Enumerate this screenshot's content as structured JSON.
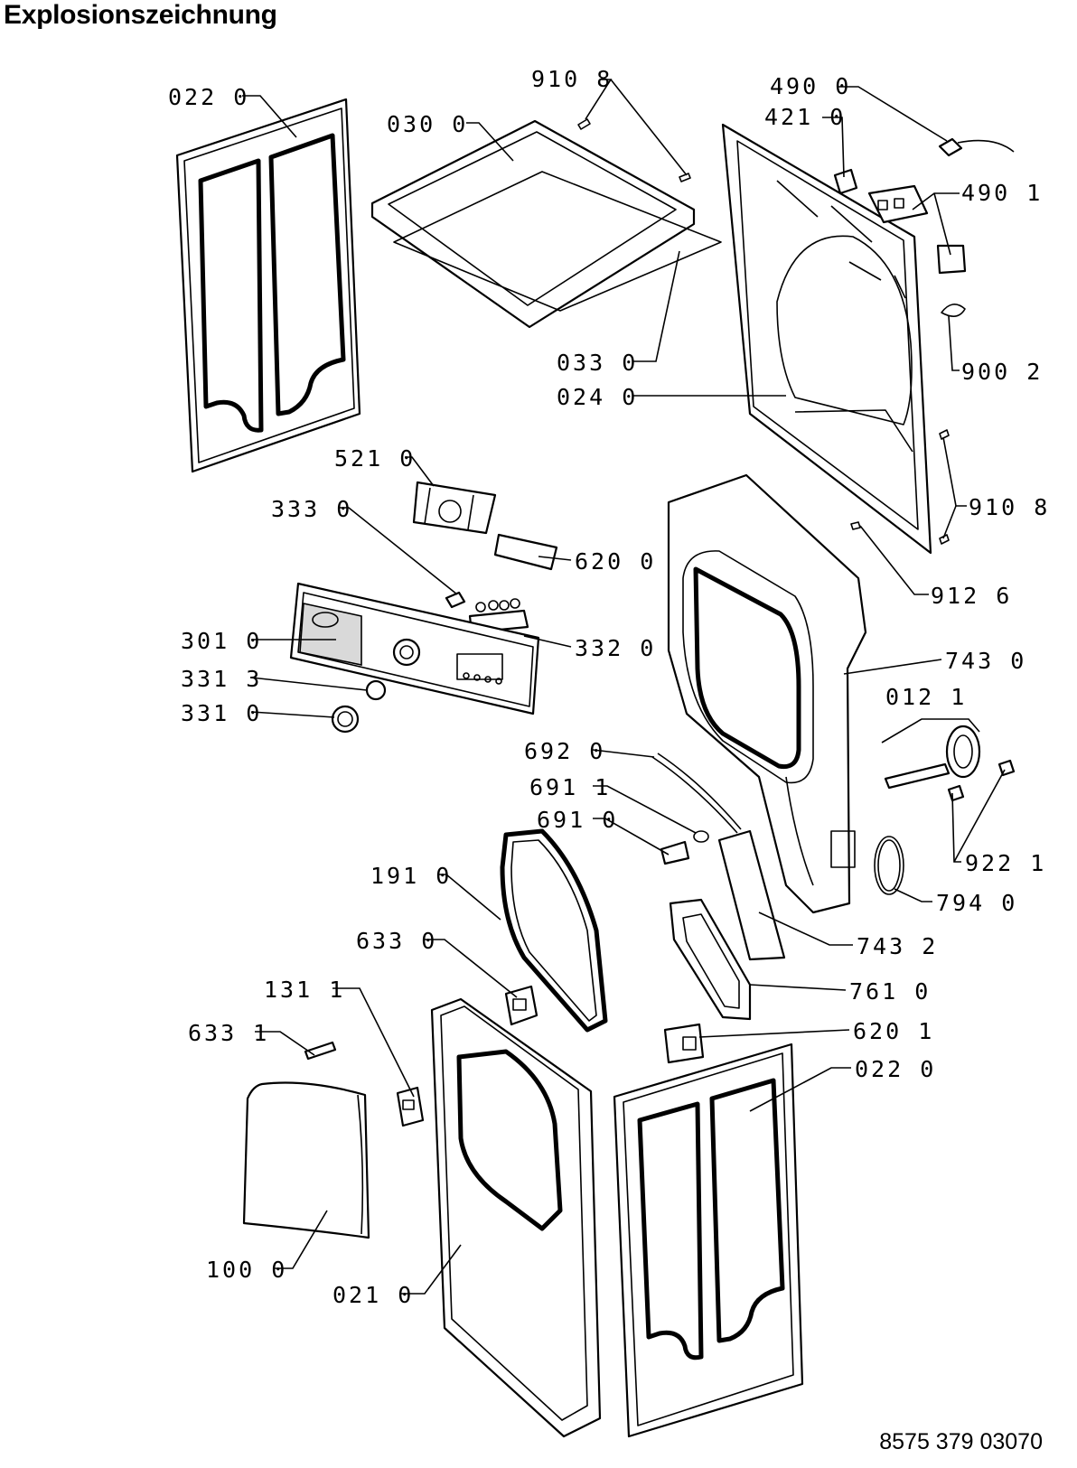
{
  "title": "Explosionszeichnung",
  "document_number": "8575 379 03070",
  "labels": {
    "l022a": "022 0",
    "l030": "030 0",
    "l9108a": "910 8",
    "l4900": "490 0",
    "l4210": "421 0",
    "l4901": "490 1",
    "l9002": "900 2",
    "l0330": "033 0",
    "l0240": "024 0",
    "l5210": "521 0",
    "l3330": "333 0",
    "l9108b": "910 8",
    "l6200": "620 0",
    "l9126": "912 6",
    "l3010": "301 0",
    "l3320": "332 0",
    "l7430": "743 0",
    "l3313": "331 3",
    "l3310": "331 0",
    "l0121": "012 1",
    "l6920": "692 0",
    "l6911": "691 1",
    "l6910": "691 0",
    "l9221": "922 1",
    "l1910": "191 0",
    "l7940": "794 0",
    "l7432": "743 2",
    "l6330": "633 0",
    "l7610": "761 0",
    "l1311": "131 1",
    "l6201": "620 1",
    "l6331": "633 1",
    "l022b": "022 0",
    "l1000": "100 0",
    "l0210": "021 0"
  }
}
